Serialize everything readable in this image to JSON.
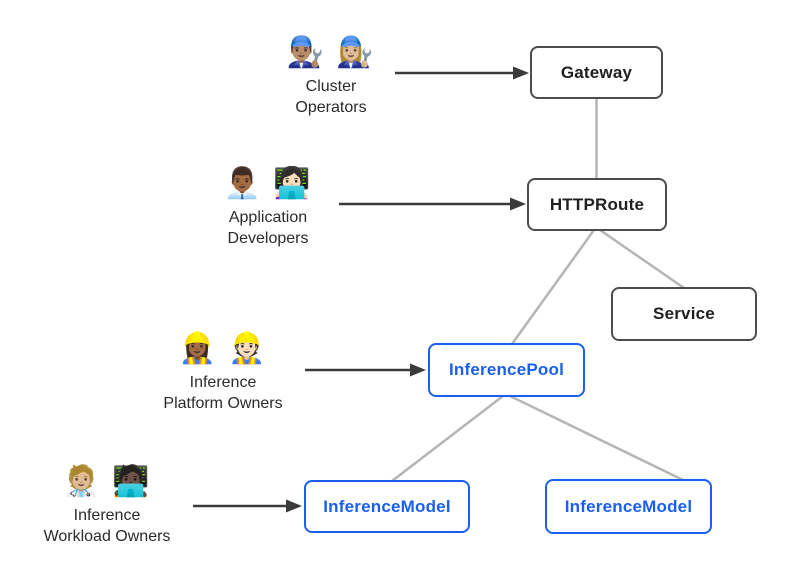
{
  "diagram": {
    "actors": [
      {
        "id": "cluster-operators",
        "emojis": "👨🏽‍🔧 👩🏼‍🔧",
        "emoji_names": "man-mechanic-icon, woman-mechanic-icon",
        "line1": "Cluster",
        "line2": "Operators"
      },
      {
        "id": "application-developers",
        "emojis": "👨🏾‍💼 👩🏻‍💻",
        "emoji_names": "man-office-worker-icon, woman-technologist-icon",
        "line1": "Application",
        "line2": "Developers"
      },
      {
        "id": "inference-platform-owners",
        "emojis": "👷🏾‍♀️ 👷🏻",
        "emoji_names": "woman-construction-worker-icon, man-construction-worker-icon",
        "line1": "Inference",
        "line2": "Platform Owners"
      },
      {
        "id": "inference-workload-owners",
        "emojis": "🧑🏼‍⚕️ 🧑🏿‍💻",
        "emoji_names": "health-worker-icon, dark-skin-technologist-icon",
        "line1": "Inference",
        "line2": "Workload Owners"
      }
    ],
    "nodes": {
      "gateway": {
        "label": "Gateway",
        "variant": "gray"
      },
      "httproute": {
        "label": "HTTPRoute",
        "variant": "gray"
      },
      "service": {
        "label": "Service",
        "variant": "gray"
      },
      "inferencepool": {
        "label": "InferencePool",
        "variant": "blue"
      },
      "inferencemodel_left": {
        "label": "InferenceModel",
        "variant": "blue"
      },
      "inferencemodel_right": {
        "label": "InferenceModel",
        "variant": "blue"
      }
    },
    "edges": [
      {
        "from": "gateway",
        "to": "httproute"
      },
      {
        "from": "httproute",
        "to": "inferencepool"
      },
      {
        "from": "httproute",
        "to": "service"
      },
      {
        "from": "inferencepool",
        "to": "inferencemodel_left"
      },
      {
        "from": "inferencepool",
        "to": "inferencemodel_right"
      }
    ],
    "arrows": [
      {
        "from": "cluster-operators",
        "to": "gateway"
      },
      {
        "from": "application-developers",
        "to": "httproute"
      },
      {
        "from": "inference-platform-owners",
        "to": "inferencepool"
      },
      {
        "from": "inference-workload-owners",
        "to": "inferencemodel_left"
      }
    ],
    "colors": {
      "accent_blue": "#1a5ff0",
      "box_gray": "#4d4d4d",
      "node_text": "#1f1f1f",
      "edge_gray": "#b5b5b5",
      "arrow_dark": "#3b3b3b",
      "label_text": "#2b2b2b",
      "background": "#ffffff"
    }
  }
}
